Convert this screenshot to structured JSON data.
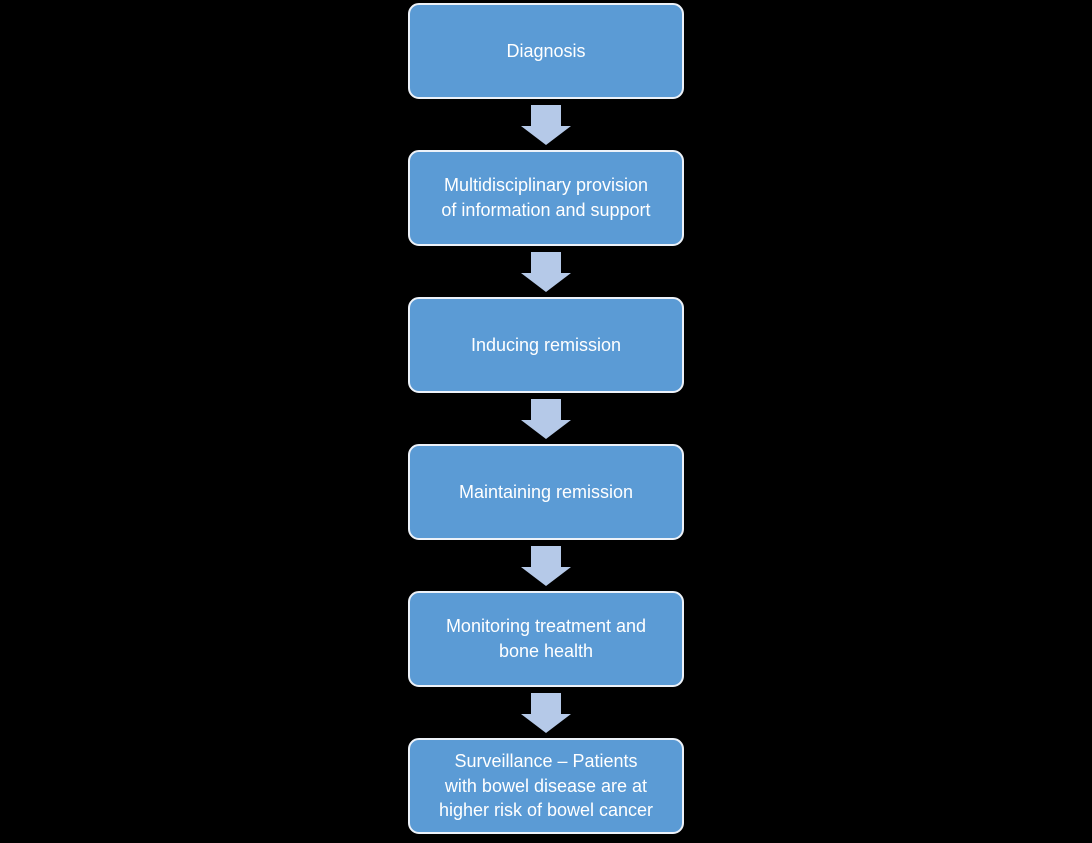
{
  "flowchart": {
    "background_color": "#000000",
    "box_fill_color": "#5B9BD5",
    "box_border_color": "#EDF2F9",
    "arrow_color": "#B5C9E8",
    "text_color": "#FFFFFF",
    "steps": [
      {
        "label": "Diagnosis"
      },
      {
        "label": "Multidisciplinary provision\nof information and support"
      },
      {
        "label": "Inducing remission"
      },
      {
        "label": "Maintaining remission"
      },
      {
        "label": "Monitoring treatment and\nbone health"
      },
      {
        "label": "Surveillance – Patients\nwith bowel disease are at\nhigher risk of bowel cancer"
      }
    ]
  }
}
